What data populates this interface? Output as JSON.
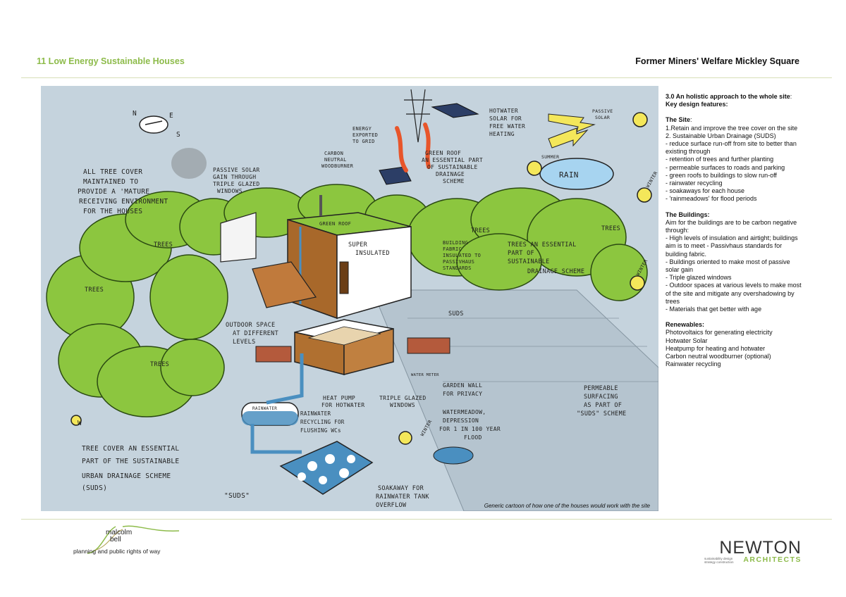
{
  "header": {
    "left_title": "11 Low Energy Sustainable Houses",
    "right_title": "Former Miners' Welfare Mickley Square"
  },
  "colors": {
    "accent": "#8dbb4a",
    "tree": "#8cc63f",
    "sky": "#c5d3dd"
  },
  "sketch": {
    "caption": "Generic cartoon of how one of the houses would work with the site",
    "labels": {
      "tree_cover_1": "ALL TREE COVER",
      "tree_cover_2": "MAINTAINED TO",
      "tree_cover_3": "PROVIDE A 'MATURE",
      "tree_cover_4": "RECEIVING ENVIRONMENT",
      "tree_cover_5": "FOR THE HOUSES",
      "passive_1": "PASSIVE SOLAR",
      "passive_2": "GAIN THROUGH",
      "passive_3": "TRIPLE GLAZED",
      "passive_4": "WINDOWS",
      "carbon_1": "CARBON",
      "carbon_2": "NEUTRAL",
      "carbon_3": "WOODBURNER",
      "energy_1": "ENERGY",
      "energy_2": "EXPORTED",
      "energy_3": "TO GRID",
      "hotwater_1": "HOTWATER",
      "hotwater_2": "SOLAR FOR",
      "hotwater_3": "FREE WATER",
      "hotwater_4": "HEATING",
      "green_roof_1": "GREEN ROOF",
      "green_roof_2": "AN ESSENTIAL PART",
      "green_roof_3": "OF SUSTAINABLE",
      "green_roof_4": "DRAINAGE",
      "green_roof_5": "SCHEME",
      "passive_solar_1": "PASSIVE",
      "passive_solar_2": "SOLAR",
      "summer": "SUMMER",
      "winter": "WINTER",
      "rain": "RAIN",
      "super_1": "SUPER",
      "super_2": "INSULATED",
      "roof_label": "GREEN ROOF",
      "fabric_1": "BUILDING",
      "fabric_2": "FABRIC",
      "fabric_3": "INSULATED TO",
      "fabric_4": "PASSIVHAUS",
      "fabric_5": "STANDARDS",
      "trees_essential_1": "TREES AN ESSENTIAL",
      "trees_essential_2": "PART OF",
      "trees_essential_3": "SUSTAINABLE",
      "trees_essential_4": "DRAINAGE SCHEME",
      "trees": "TREES",
      "outdoor_1": "OUTDOOR SPACE",
      "outdoor_2": "AT DIFFERENT",
      "outdoor_3": "LEVELS",
      "suds": "SUDS",
      "suds_q": "\"SUDS\"",
      "heat_pump_1": "HEAT PUMP",
      "heat_pump_2": "FOR HOTWATER",
      "triple_1": "TRIPLE GLAZED",
      "triple_2": "WINDOWS",
      "garden_1": "GARDEN WALL",
      "garden_2": "FOR PRIVACY",
      "water_meter": "WATER METER",
      "rainwater": "RAINWATER",
      "recycling_1": "RAINWATER",
      "recycling_2": "RECYCLING FOR",
      "recycling_3": "FLUSHING WCs",
      "meadow_1": "WATERMEADOW,",
      "meadow_2": "DEPRESSION",
      "meadow_3": "FOR 1 IN 100 YEAR",
      "meadow_4": "FLOOD",
      "permeable_1": "PERMEABLE",
      "permeable_2": "SURFACING",
      "permeable_3": "AS PART OF",
      "permeable_4": "\"SUDS\" SCHEME",
      "tree_suds_1": "TREE COVER AN ESSENTIAL",
      "tree_suds_2": "PART OF THE SUSTAINABLE",
      "tree_suds_3": "URBAN DRAINAGE SCHEME",
      "tree_suds_4": "(SUDS)",
      "soakaway_1": "SOAKAWAY FOR",
      "soakaway_2": "RAINWATER TANK",
      "soakaway_3": "OVERFLOW",
      "compass_n": "N",
      "compass_e": "E",
      "compass_s": "S",
      "compass_w": "W"
    }
  },
  "sidebar": {
    "heading_1": "3.0 An holistic approach to the whole site",
    "heading_1_colon": ":",
    "heading_2": "Key design features:",
    "site_title": "The Site",
    "site_colon": ":",
    "site_items": [
      "1.Retain and improve the tree cover on the site",
      "2. Sustainable Urban Drainage (SUDS)",
      "- reduce surface run-off from site to better than existing through",
      "- retention of trees and further planting",
      "- permeable surfaces to roads and parking",
      "- green roofs to buildings to slow run-off",
      "- rainwater recycling",
      "- soakaways for each house",
      "- 'rainmeadows' for flood periods"
    ],
    "buildings_title": "The Buildings:",
    "buildings_items": [
      "Aim for the buildings are to be carbon negative through:",
      "- High levels of insulation and airtight; buildings aim is to meet - Passivhaus standards for building fabric.",
      "- Buildings oriented to make most of passive solar gain",
      "- Triple glazed windows",
      "- Outdoor spaces at various levels to make most of the site and mitigate any overshadowing by trees",
      "- Materials that get better with age"
    ],
    "renewables_title": "Renewables:",
    "renewables_items": [
      "Photovoltaics for generating electricity",
      "Hotwater Solar",
      "Heatpump for heating and hotwater",
      "Carbon neutral woodburner (optional)",
      "Rainwater recycling"
    ]
  },
  "footer": {
    "mb_line1": "malcolm",
    "mb_line2": "bell",
    "mb_sub": "planning and public rights of way",
    "newton": "NEWTON",
    "newton_tag_1": "sustainability design",
    "newton_tag_2": "strategy construction",
    "architects": "ARCHITECTS"
  }
}
